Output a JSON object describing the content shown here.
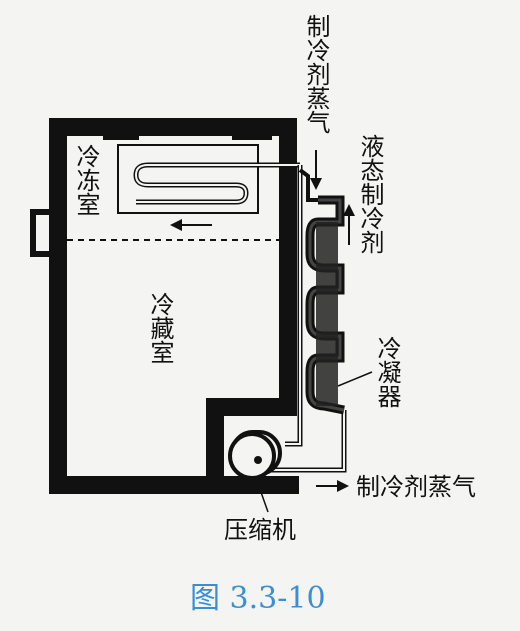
{
  "labels": {
    "freezer": "冷冻室",
    "fridge": "冷藏室",
    "vapor_top": "制冷剂蒸气",
    "liquid": "液态制冷剂",
    "condenser": "冷凝器",
    "vapor_bottom": "制冷剂蒸气",
    "compressor": "压缩机"
  },
  "caption": "图 3.3-10",
  "colors": {
    "ink": "#111111",
    "caption": "#3a8fd4",
    "paper": "#f4f4f2"
  }
}
